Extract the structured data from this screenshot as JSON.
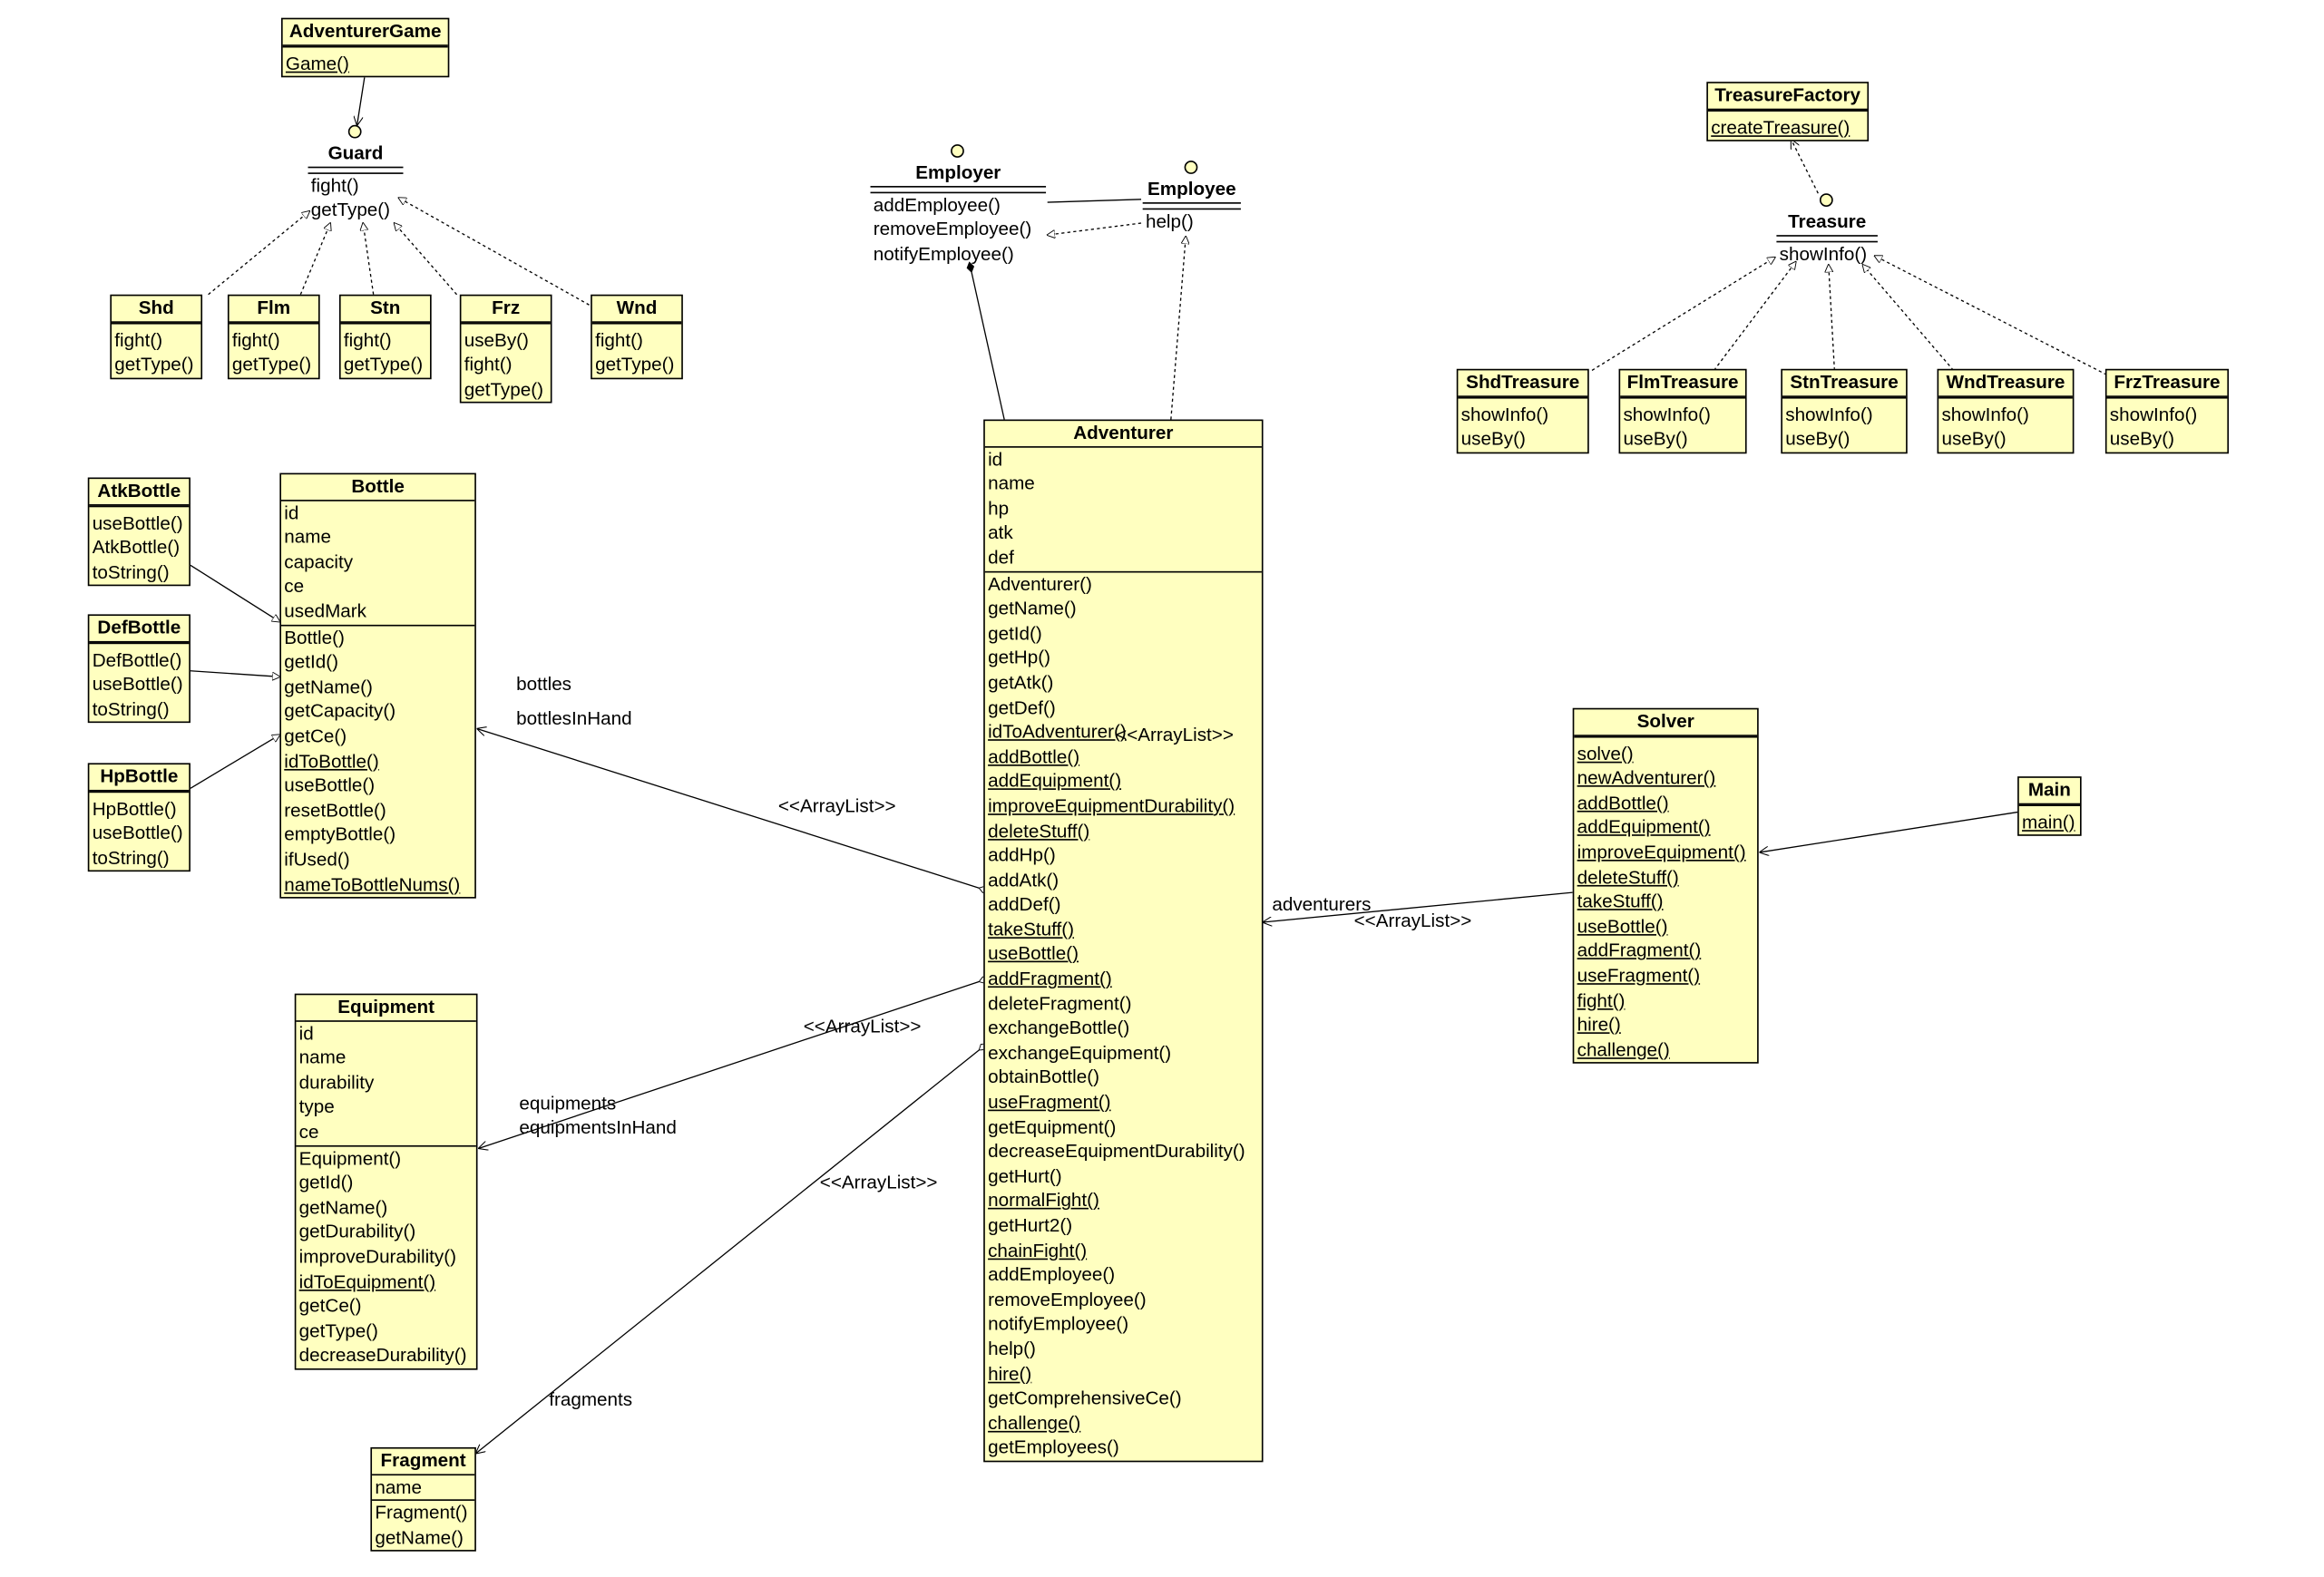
{
  "classes": {
    "adventurer_game": {
      "name": "AdventurerGame",
      "attributes": [],
      "operations": [
        {
          "label": "Game()",
          "static": true
        }
      ]
    },
    "shd": {
      "name": "Shd",
      "attributes": [],
      "operations": [
        {
          "label": "fight()"
        },
        {
          "label": "getType()"
        }
      ]
    },
    "flm": {
      "name": "Flm",
      "attributes": [],
      "operations": [
        {
          "label": "fight()"
        },
        {
          "label": "getType()"
        }
      ]
    },
    "stn": {
      "name": "Stn",
      "attributes": [],
      "operations": [
        {
          "label": "fight()"
        },
        {
          "label": "getType()"
        }
      ]
    },
    "frz": {
      "name": "Frz",
      "attributes": [],
      "operations": [
        {
          "label": "useBy()"
        },
        {
          "label": "fight()"
        },
        {
          "label": "getType()"
        }
      ]
    },
    "wnd": {
      "name": "Wnd",
      "attributes": [],
      "operations": [
        {
          "label": "fight()"
        },
        {
          "label": "getType()"
        }
      ]
    },
    "atk_bottle": {
      "name": "AtkBottle",
      "attributes": [],
      "operations": [
        {
          "label": "useBottle()"
        },
        {
          "label": "AtkBottle()"
        },
        {
          "label": "toString()"
        }
      ]
    },
    "def_bottle": {
      "name": "DefBottle",
      "attributes": [],
      "operations": [
        {
          "label": "DefBottle()"
        },
        {
          "label": "useBottle()"
        },
        {
          "label": "toString()"
        }
      ]
    },
    "hp_bottle": {
      "name": "HpBottle",
      "attributes": [],
      "operations": [
        {
          "label": "HpBottle()"
        },
        {
          "label": "useBottle()"
        },
        {
          "label": "toString()"
        }
      ]
    },
    "bottle": {
      "name": "Bottle",
      "attributes": [
        {
          "label": "id"
        },
        {
          "label": "name"
        },
        {
          "label": "capacity"
        },
        {
          "label": "ce"
        },
        {
          "label": "usedMark"
        }
      ],
      "operations": [
        {
          "label": "Bottle()"
        },
        {
          "label": "getId()"
        },
        {
          "label": "getName()"
        },
        {
          "label": "getCapacity()"
        },
        {
          "label": "getCe()"
        },
        {
          "label": "idToBottle()",
          "static": true
        },
        {
          "label": "useBottle()"
        },
        {
          "label": "resetBottle()"
        },
        {
          "label": "emptyBottle()"
        },
        {
          "label": "ifUsed()"
        },
        {
          "label": "nameToBottleNums()",
          "static": true
        }
      ]
    },
    "equipment": {
      "name": "Equipment",
      "attributes": [
        {
          "label": "id"
        },
        {
          "label": "name"
        },
        {
          "label": "durability"
        },
        {
          "label": "type"
        },
        {
          "label": "ce"
        }
      ],
      "operations": [
        {
          "label": "Equipment()"
        },
        {
          "label": "getId()"
        },
        {
          "label": "getName()"
        },
        {
          "label": "getDurability()"
        },
        {
          "label": "improveDurability()"
        },
        {
          "label": "idToEquipment()",
          "static": true
        },
        {
          "label": "getCe()"
        },
        {
          "label": "getType()"
        },
        {
          "label": "decreaseDurability()"
        }
      ]
    },
    "fragment": {
      "name": "Fragment",
      "attributes": [
        {
          "label": "name"
        }
      ],
      "operations": [
        {
          "label": "Fragment()"
        },
        {
          "label": "getName()"
        }
      ]
    },
    "adventurer": {
      "name": "Adventurer",
      "attributes": [
        {
          "label": "id"
        },
        {
          "label": "name"
        },
        {
          "label": "hp"
        },
        {
          "label": "atk"
        },
        {
          "label": "def"
        }
      ],
      "operations": [
        {
          "label": "Adventurer()"
        },
        {
          "label": "getName()"
        },
        {
          "label": "getId()"
        },
        {
          "label": "getHp()"
        },
        {
          "label": "getAtk()"
        },
        {
          "label": "getDef()"
        },
        {
          "label": "idToAdventurer()",
          "static": true
        },
        {
          "label": "addBottle()",
          "static": true
        },
        {
          "label": "addEquipment()",
          "static": true
        },
        {
          "label": "improveEquipmentDurability()",
          "static": true
        },
        {
          "label": "deleteStuff()",
          "static": true
        },
        {
          "label": "addHp()"
        },
        {
          "label": "addAtk()"
        },
        {
          "label": "addDef()"
        },
        {
          "label": "takeStuff()",
          "static": true
        },
        {
          "label": "useBottle()",
          "static": true
        },
        {
          "label": "addFragment()",
          "static": true
        },
        {
          "label": "deleteFragment()"
        },
        {
          "label": "exchangeBottle()"
        },
        {
          "label": "exchangeEquipment()"
        },
        {
          "label": "obtainBottle()"
        },
        {
          "label": "useFragment()",
          "static": true
        },
        {
          "label": "getEquipment()"
        },
        {
          "label": "decreaseEquipmentDurability()"
        },
        {
          "label": "getHurt()"
        },
        {
          "label": "normalFight()",
          "static": true
        },
        {
          "label": "getHurt2()"
        },
        {
          "label": "chainFight()",
          "static": true
        },
        {
          "label": "addEmployee()"
        },
        {
          "label": "removeEmployee()"
        },
        {
          "label": "notifyEmployee()"
        },
        {
          "label": "help()"
        },
        {
          "label": "hire()",
          "static": true
        },
        {
          "label": "getComprehensiveCe()"
        },
        {
          "label": "challenge()",
          "static": true
        },
        {
          "label": "getEmployees()"
        }
      ]
    },
    "treasure_factory": {
      "name": "TreasureFactory",
      "attributes": [],
      "operations": [
        {
          "label": "createTreasure()",
          "static": true
        }
      ]
    },
    "shd_treasure": {
      "name": "ShdTreasure",
      "attributes": [],
      "operations": [
        {
          "label": "showInfo()"
        },
        {
          "label": "useBy()"
        }
      ]
    },
    "flm_treasure": {
      "name": "FlmTreasure",
      "attributes": [],
      "operations": [
        {
          "label": "showInfo()"
        },
        {
          "label": "useBy()"
        }
      ]
    },
    "stn_treasure": {
      "name": "StnTreasure",
      "attributes": [],
      "operations": [
        {
          "label": "showInfo()"
        },
        {
          "label": "useBy()"
        }
      ]
    },
    "wnd_treasure": {
      "name": "WndTreasure",
      "attributes": [],
      "operations": [
        {
          "label": "showInfo()"
        },
        {
          "label": "useBy()"
        }
      ]
    },
    "frz_treasure": {
      "name": "FrzTreasure",
      "attributes": [],
      "operations": [
        {
          "label": "showInfo()"
        },
        {
          "label": "useBy()"
        }
      ]
    },
    "solver": {
      "name": "Solver",
      "attributes": [],
      "operations": [
        {
          "label": "solve()",
          "static": true
        },
        {
          "label": "newAdventurer()",
          "static": true
        },
        {
          "label": "addBottle()",
          "static": true
        },
        {
          "label": "addEquipment()",
          "static": true
        },
        {
          "label": "improveEquipment()",
          "static": true
        },
        {
          "label": "deleteStuff()",
          "static": true
        },
        {
          "label": "takeStuff()",
          "static": true
        },
        {
          "label": "useBottle()",
          "static": true
        },
        {
          "label": "addFragment()",
          "static": true
        },
        {
          "label": "useFragment()",
          "static": true
        },
        {
          "label": "fight()",
          "static": true
        },
        {
          "label": "hire()",
          "static": true
        },
        {
          "label": "challenge()",
          "static": true
        }
      ]
    },
    "main": {
      "name": "Main",
      "attributes": [],
      "operations": [
        {
          "label": "main()",
          "static": true
        }
      ]
    }
  },
  "interfaces": {
    "guard": {
      "name": "Guard",
      "operations": [
        "fight()",
        "getType()"
      ]
    },
    "employer": {
      "name": "Employer",
      "operations": [
        "addEmployee()",
        "removeEmployee()",
        "notifyEmployee()"
      ]
    },
    "employee": {
      "name": "Employee",
      "operations": [
        "help()"
      ]
    },
    "treasure": {
      "name": "Treasure",
      "operations": [
        "showInfo()"
      ]
    }
  },
  "labels": {
    "bottles": "bottles",
    "bottles_in_hand": "bottlesInHand",
    "arraylist_bottles": "<<ArrayList>>",
    "arraylist_top": "<<ArrayList>>",
    "equipments": "equipments",
    "equipments_in_hand": "equipmentsInHand",
    "arraylist_equipment": "<<ArrayList>>",
    "arraylist_fragment": "<<ArrayList>>",
    "fragments": "fragments",
    "adventurers": "adventurers",
    "arraylist_adventurers": "<<ArrayList>>"
  }
}
